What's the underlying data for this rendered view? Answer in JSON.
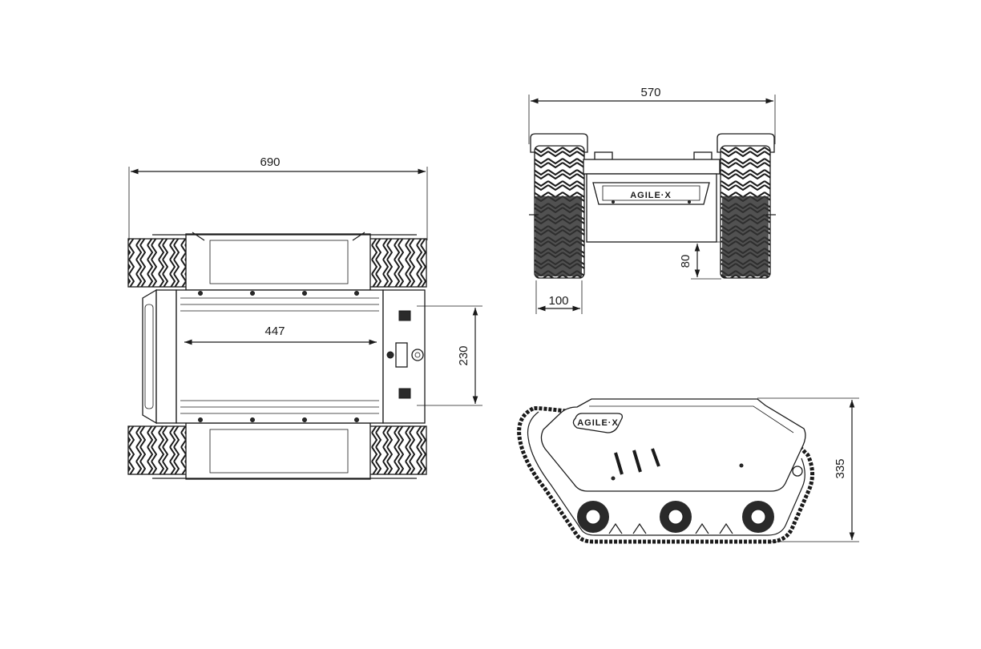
{
  "views": {
    "top": {
      "overall_length": "690",
      "wheelbase": "447",
      "body_width": "230"
    },
    "front": {
      "overall_width": "570",
      "track_width": "100",
      "ground_clearance": "80",
      "logo": "AGILE·X"
    },
    "side": {
      "height": "335",
      "logo": "AGILE·X"
    }
  },
  "colors": {
    "line": "#1a1a1a",
    "background": "#ffffff"
  }
}
